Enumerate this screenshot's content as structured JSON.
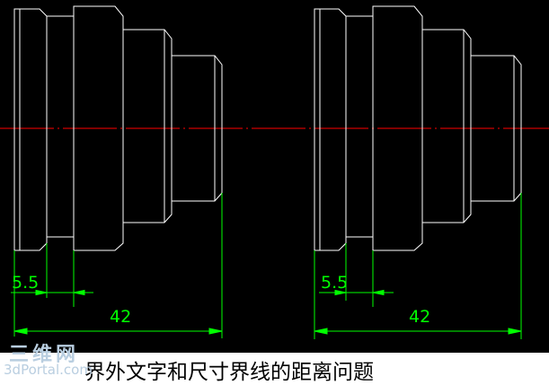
{
  "drawings": [
    {
      "id": "left",
      "dim_small": "5.5",
      "dim_total": "42"
    },
    {
      "id": "right",
      "dim_small": "5.5",
      "dim_total": "42"
    }
  ],
  "caption": "界外文字和尺寸界线的距离问题",
  "watermark": {
    "cn": "三维网",
    "en": "3dPortal.com"
  },
  "colors": {
    "background": "#000000",
    "part_outline": "#ffffff",
    "centerline": "#ff0000",
    "dimension": "#00ff00"
  }
}
